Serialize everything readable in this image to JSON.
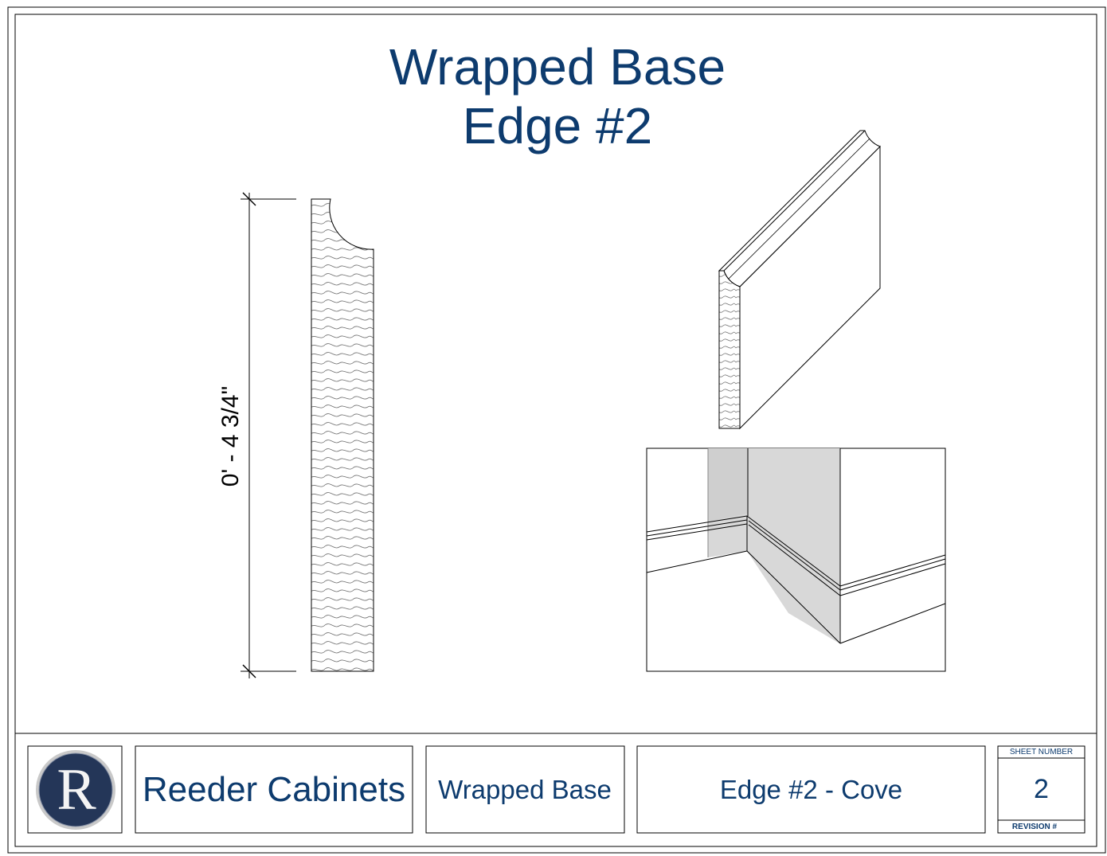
{
  "title": {
    "line1": "Wrapped Base",
    "line2": "Edge #2"
  },
  "section_view": {
    "dimension_label": "0' - 4 3/4\""
  },
  "title_block": {
    "logo_letter": "R",
    "company": "Reeder Cabinets",
    "project": "Wrapped Base",
    "drawing": "Edge #2 - Cove",
    "sheet_number_label": "SHEET NUMBER",
    "sheet_number": "2",
    "revision_label": "REVISION #"
  },
  "colors": {
    "title_blue": "#0d3b6e",
    "logo_navy": "#243658",
    "shade_gray": "#d9d9d9"
  }
}
